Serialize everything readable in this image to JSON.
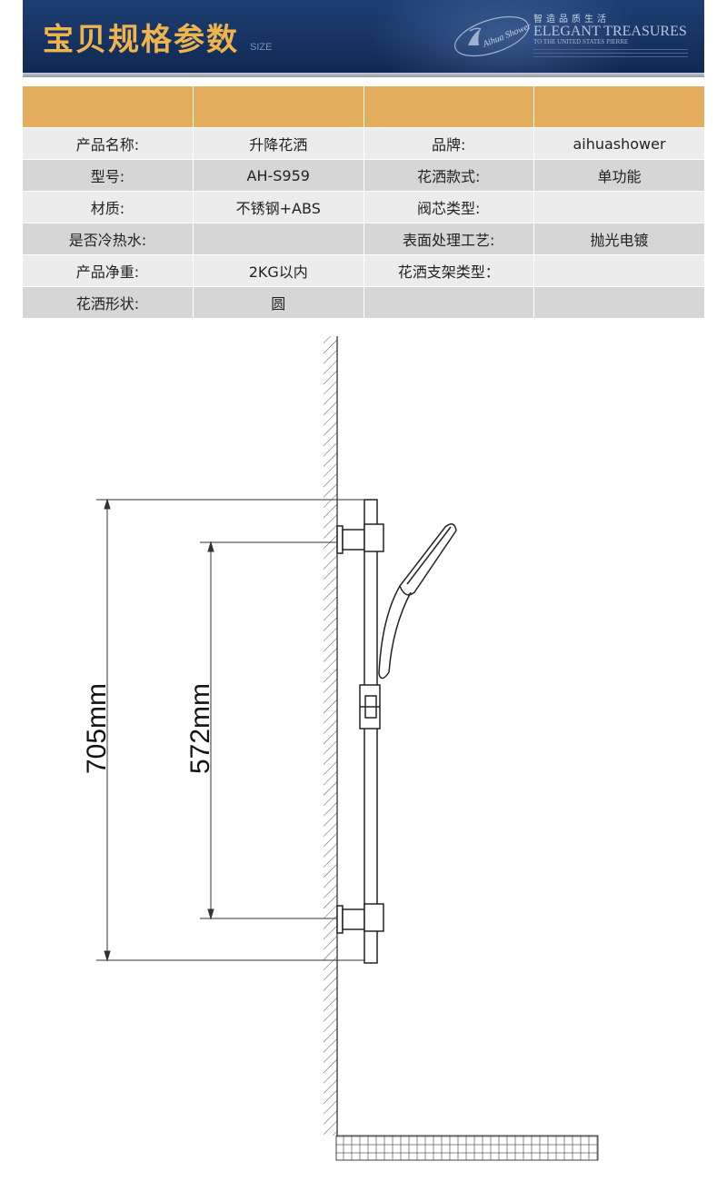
{
  "banner": {
    "title": "宝贝规格参数",
    "subtitle": "SIZE",
    "logo_text": "Aihua Shower",
    "brand_cn": "智造品质生活",
    "brand_en": "ELEGANT TREASURES",
    "brand_en_sub": "TO THE UNITED STATES PIERRE"
  },
  "table": {
    "rows": [
      [
        "产品名称:",
        "升降花洒",
        "品牌:",
        "aihuashower"
      ],
      [
        "型号:",
        "AH-S959",
        "花洒款式:",
        "单功能"
      ],
      [
        "材质:",
        "不锈钢+ABS",
        "阀芯类型:",
        ""
      ],
      [
        "是否冷热水:",
        "",
        "表面处理工艺:",
        "抛光电镀"
      ],
      [
        "产品净重:",
        "2KG以内",
        "花洒支架类型：",
        ""
      ],
      [
        "花洒形状:",
        "圆",
        "",
        ""
      ]
    ]
  },
  "drawing": {
    "dim_total": "705mm",
    "dim_mount": "572mm"
  },
  "colors": {
    "banner_bg": "#163262",
    "banner_title": "#f0b44c",
    "table_header": "#e3ad5d",
    "row_light": "#ececec",
    "row_dark": "#d6d6d6"
  }
}
